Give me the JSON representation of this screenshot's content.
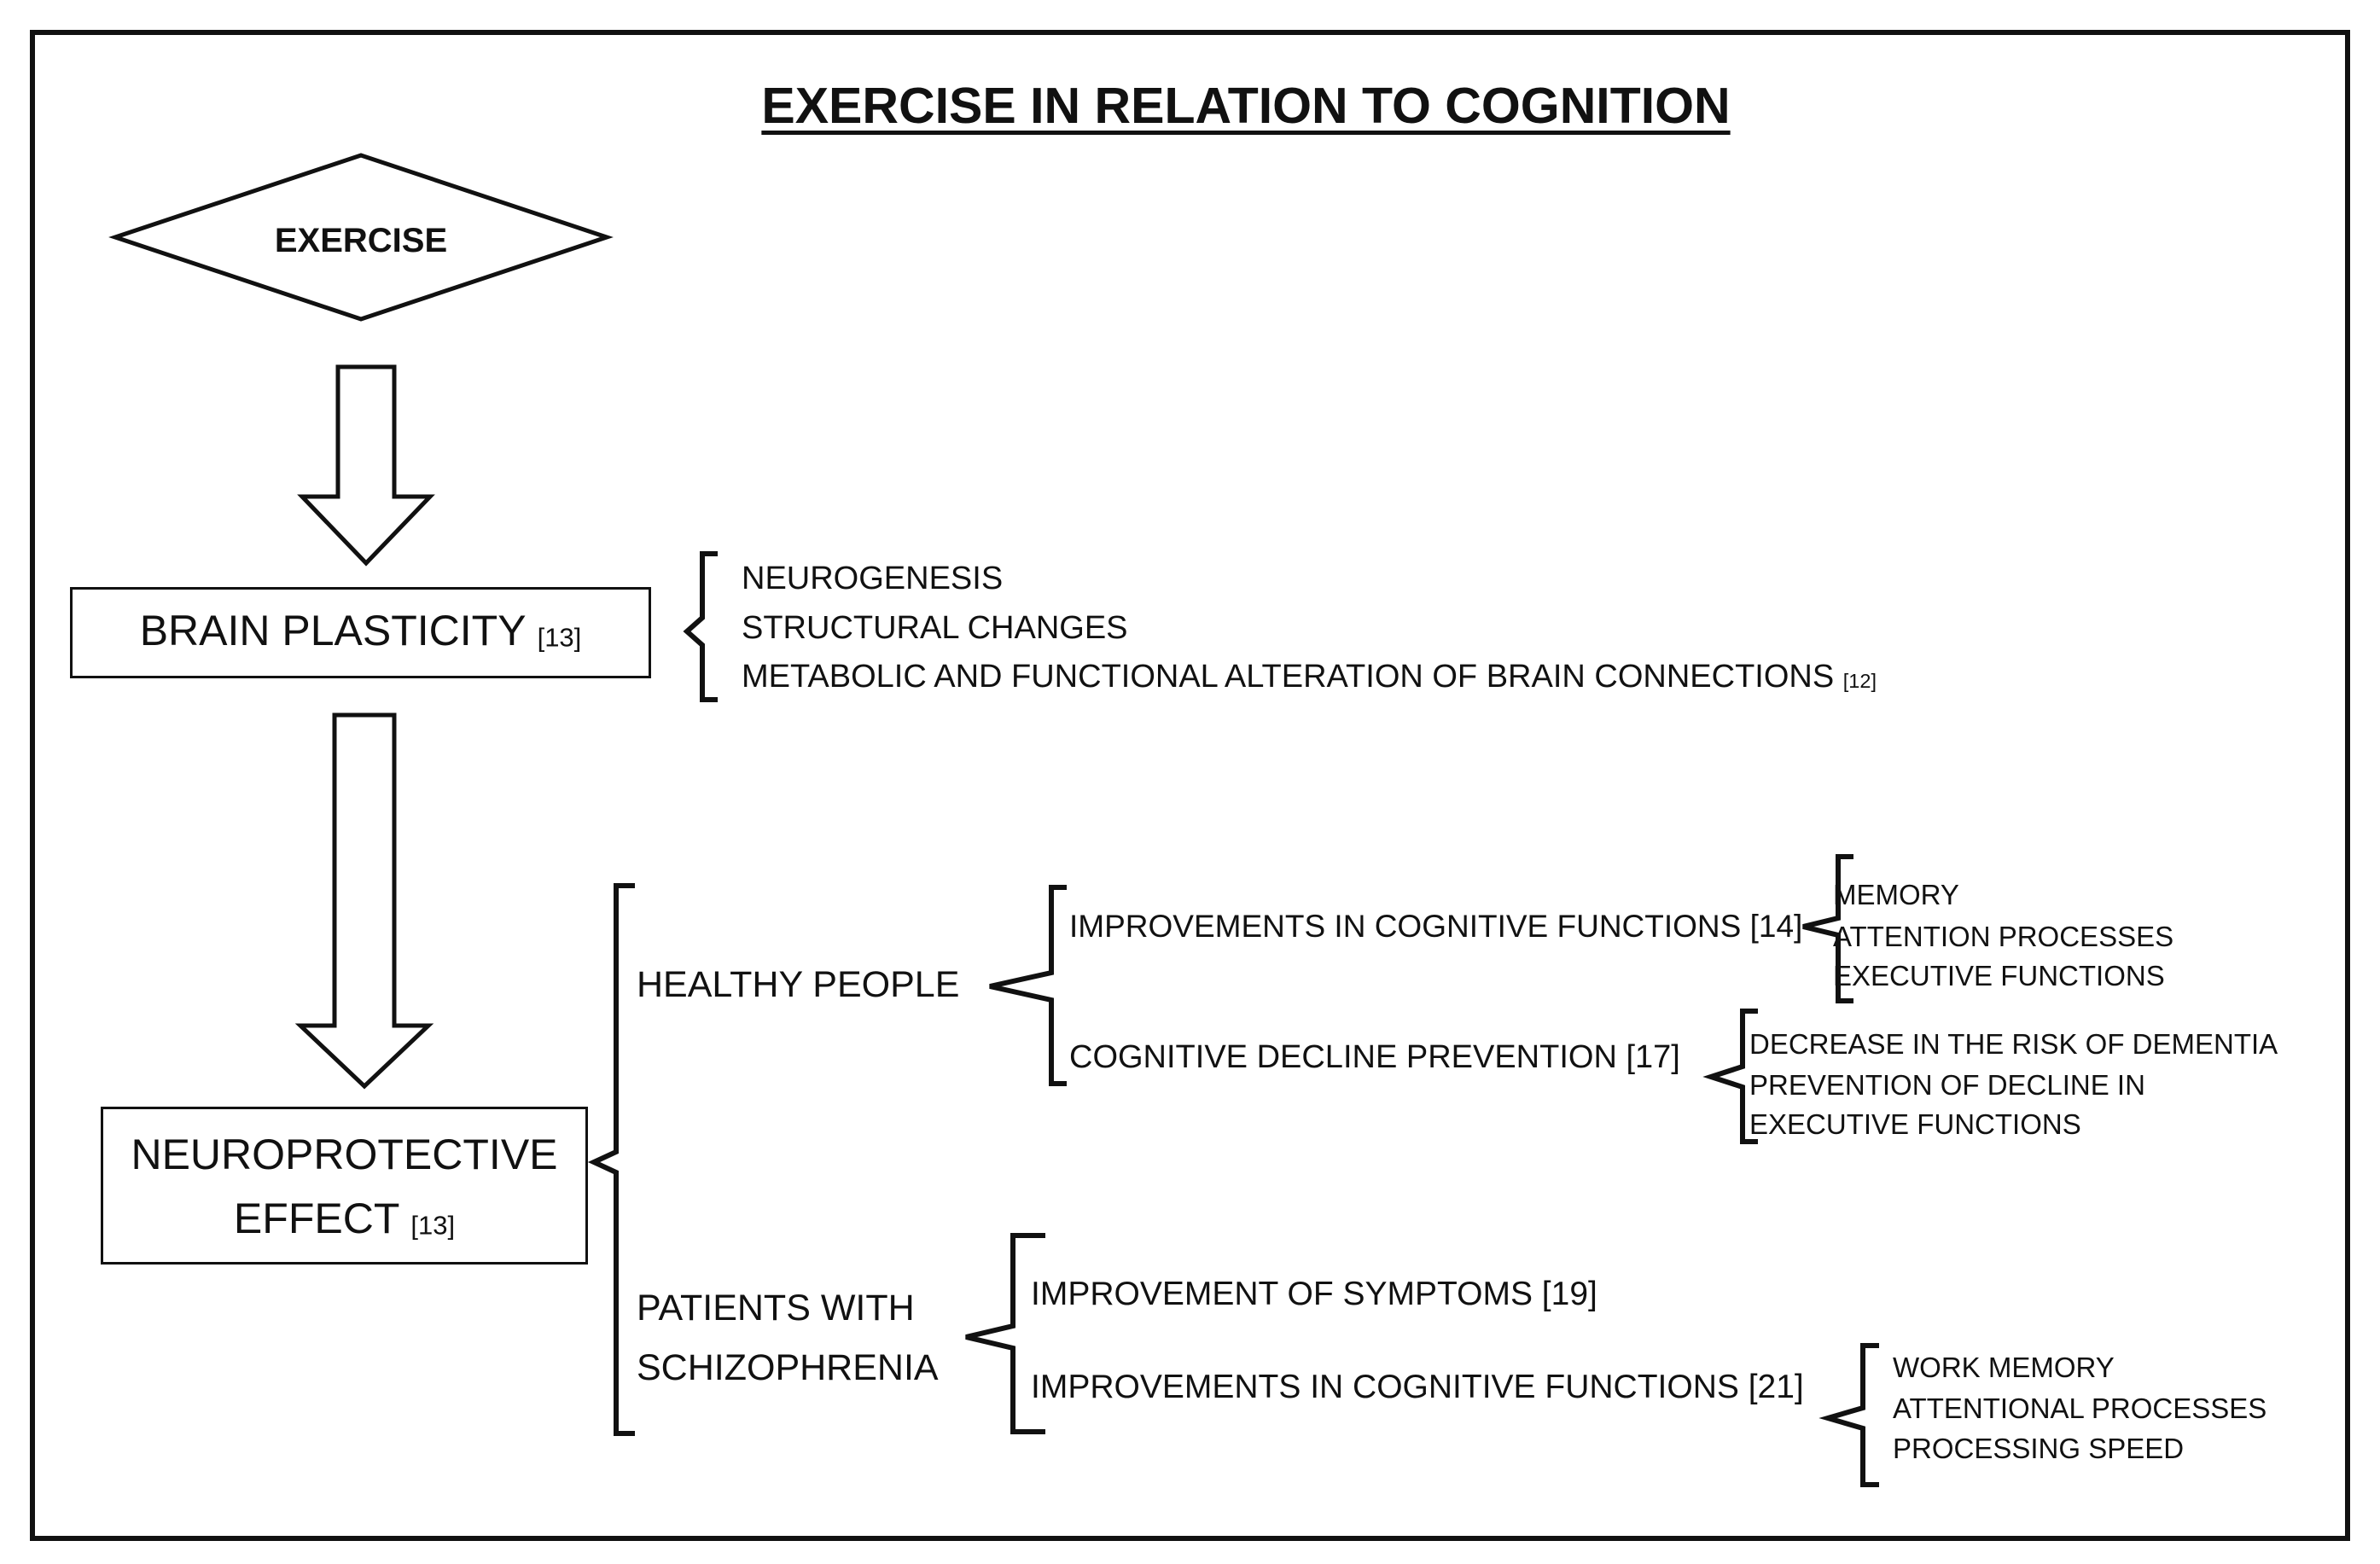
{
  "title": "EXERCISE IN RELATION TO COGNITION",
  "exercise": "EXERCISE",
  "brain_plasticity": {
    "label": "BRAIN PLASTICITY",
    "ref": "[13]"
  },
  "plasticity_items": [
    "NEUROGENESIS",
    "STRUCTURAL CHANGES",
    "METABOLIC AND FUNCTIONAL ALTERATION OF BRAIN CONNECTIONS"
  ],
  "plasticity_items_ref": "[12]",
  "neuroprotective": {
    "line1": "NEUROPROTECTIVE",
    "line2": "EFFECT",
    "ref": "[13]"
  },
  "healthy": {
    "label": "HEALTHY PEOPLE",
    "improvements": "IMPROVEMENTS IN COGNITIVE FUNCTIONS [14]",
    "improvement_items": [
      "MEMORY",
      "ATTENTION PROCESSES",
      "EXECUTIVE FUNCTIONS"
    ],
    "decline": "COGNITIVE DECLINE PREVENTION [17]",
    "decline_items": [
      "DECREASE IN THE RISK OF DEMENTIA",
      "PREVENTION OF DECLINE IN",
      "EXECUTIVE FUNCTIONS"
    ]
  },
  "patients": {
    "line1": "PATIENTS WITH",
    "line2": "SCHIZOPHRENIA",
    "symptoms": "IMPROVEMENT OF SYMPTOMS [19]",
    "improvements": "IMPROVEMENTS IN COGNITIVE FUNCTIONS [21]",
    "improvement_items": [
      "WORK MEMORY",
      "ATTENTIONAL PROCESSES",
      "PROCESSING SPEED"
    ]
  }
}
